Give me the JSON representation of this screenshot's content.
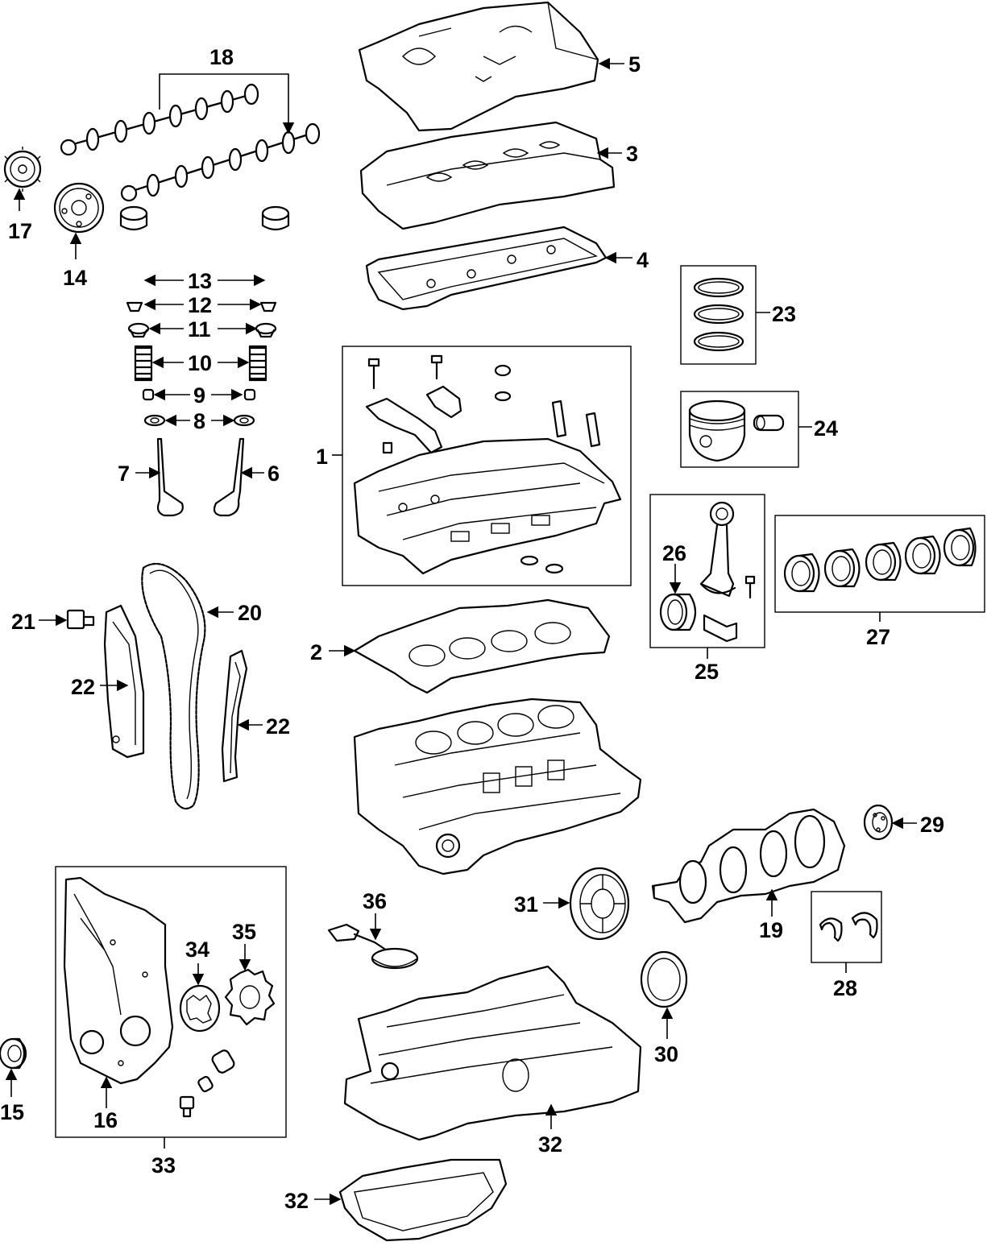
{
  "diagram": {
    "callouts": {
      "c1": "1",
      "c2": "2",
      "c3": "3",
      "c4": "4",
      "c5": "5",
      "c6": "6",
      "c7": "7",
      "c8": "8",
      "c9": "9",
      "c10": "10",
      "c11": "11",
      "c12": "12",
      "c13": "13",
      "c14": "14",
      "c15": "15",
      "c16": "16",
      "c17": "17",
      "c18": "18",
      "c19": "19",
      "c20": "20",
      "c21": "21",
      "c22a": "22",
      "c22b": "22",
      "c23": "23",
      "c24": "24",
      "c25": "25",
      "c26": "26",
      "c27": "27",
      "c28": "28",
      "c29": "29",
      "c30": "30",
      "c31": "31",
      "c32a": "32",
      "c32b": "32",
      "c33": "33",
      "c34": "34",
      "c35": "35",
      "c36": "36"
    },
    "colors": {
      "line": "#000000",
      "background": "#ffffff"
    }
  }
}
